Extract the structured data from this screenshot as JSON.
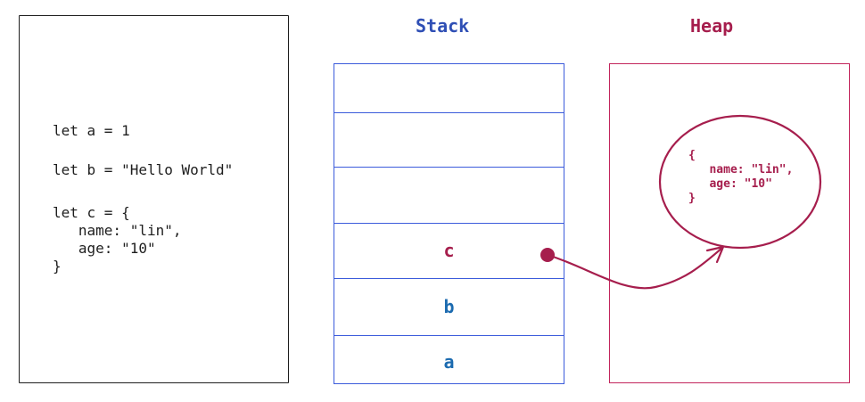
{
  "code_panel": {
    "lines": [
      "let a = 1",
      "let b = \"Hello World\"",
      "let c = {",
      "   name: \"lin\",",
      "   age: \"10\"",
      "}"
    ]
  },
  "stack": {
    "title": "Stack",
    "slots": [
      "c",
      "b",
      "a"
    ]
  },
  "heap": {
    "title": "Heap",
    "object_lines": [
      "{",
      "   name: \"lin\",",
      "   age: \"10\"",
      "}"
    ]
  },
  "colors": {
    "code_text": "#1e1e1e",
    "stack_border": "#3b5bdb",
    "stack_title": "#2f4fb5",
    "heap_border": "#c2255c",
    "heap_text": "#a61e4d",
    "slot_c": "#a61e4d",
    "slot_b": "#1c6bb0",
    "slot_a": "#1c6bb0",
    "pointer": "#a61e4d"
  }
}
